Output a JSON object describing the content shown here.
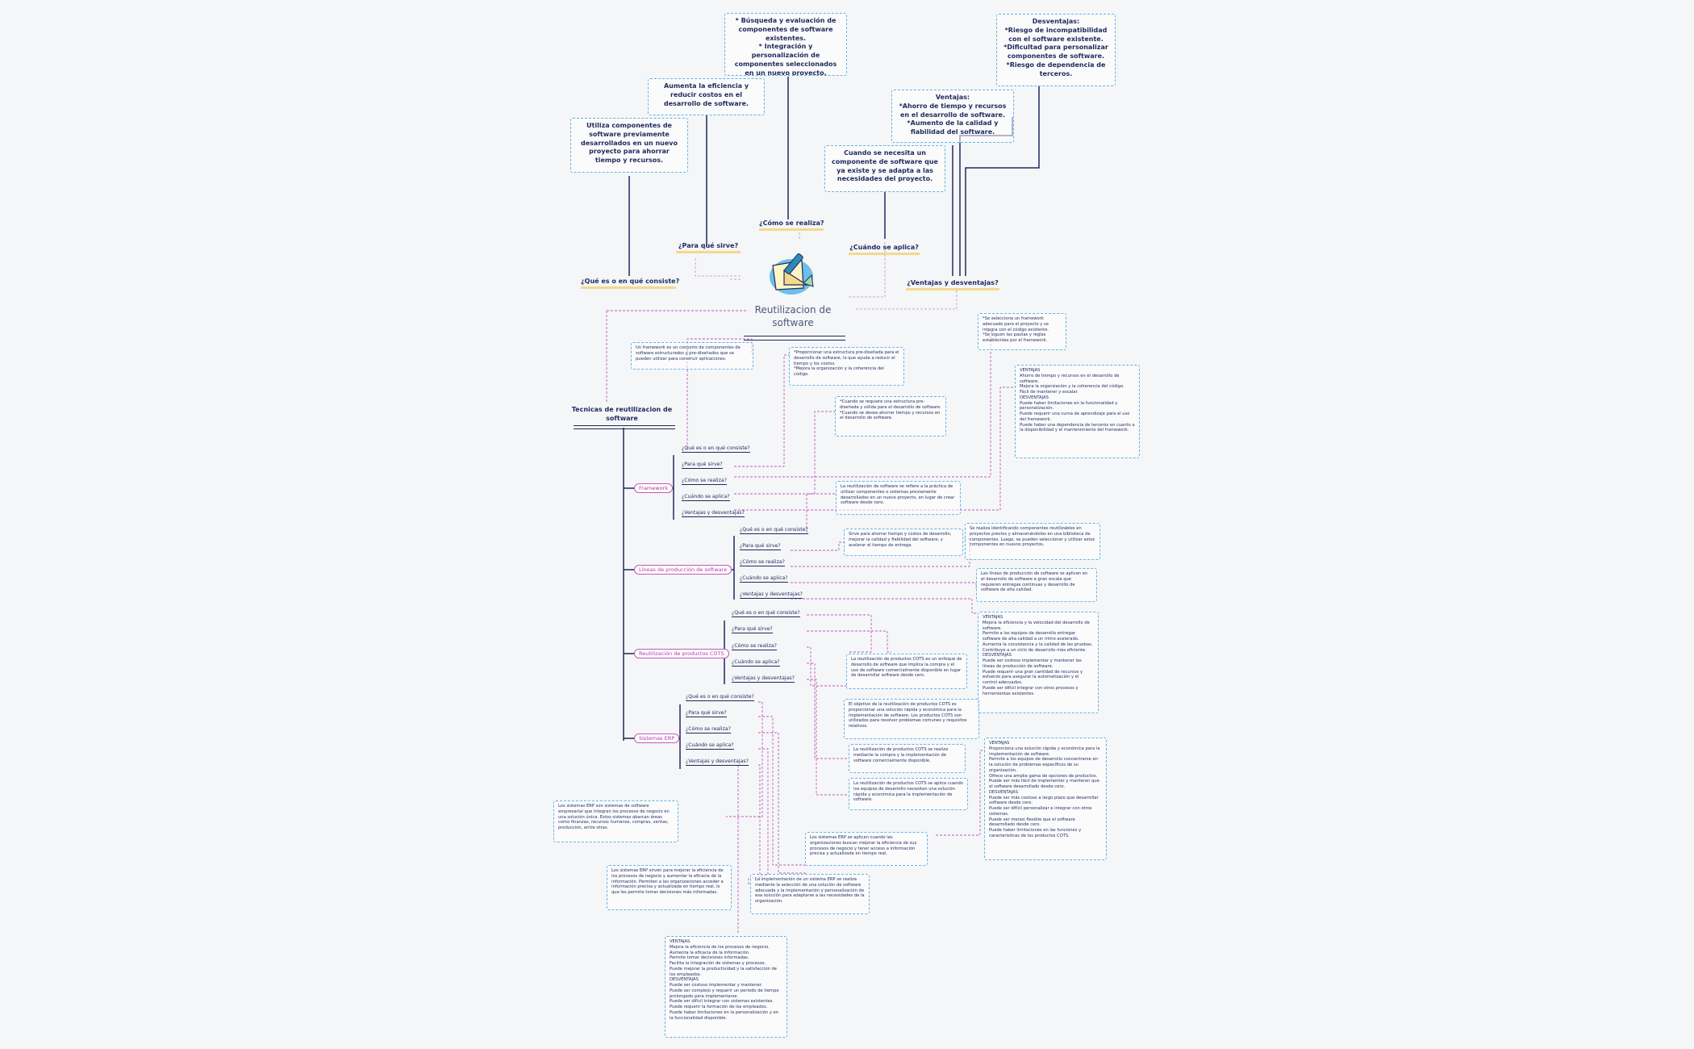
{
  "central": {
    "title": "Reutilizacion de software",
    "icon": "drafting-tools-icon"
  },
  "top_branches": {
    "que_es": "¿Qué es o en qué consiste?",
    "para_que": "¿Para qué sirve?",
    "como": "¿Cómo se realiza?",
    "cuando": "¿Cuándo se aplica?",
    "ventajas": "¿Ventajas y desventajas?"
  },
  "top_nodes": {
    "que_es": "Utiliza componentes de software previamente desarrollados en un nuevo proyecto para ahorrar tiempo y recursos.",
    "para_que": "Aumenta la eficiencia y reducir costos en el desarrollo de software.",
    "como": "* Búsqueda y evaluación de componentes de software existentes.\n* Integración y personalización de componentes seleccionados en un nuevo proyecto.",
    "cuando": "Cuando se necesita un componente de software que ya existe y se adapta a las necesidades del proyecto.",
    "ventajas": "Ventajas:\n*Ahorro de tiempo y recursos en el desarrollo de software.\n*Aumento de la calidad y fiabilidad del software.",
    "desventajas": "Desventajas:\n*Riesgo de incompatibilidad con el software existente.\n*Dificultad para personalizar componentes de software.\n*Riesgo de dependencia de terceros."
  },
  "subtitle": "Tecnicas de reutilizacion de software",
  "techniques": [
    {
      "name": "Framework",
      "questions": [
        "¿Qué es o en qué consiste?",
        "¿Para qué sirve?",
        "¿Cómo se realiza?",
        "¿Cuándo se aplica?",
        "¿Ventajas y desventajas?"
      ]
    },
    {
      "name": "Líneas de producción de software",
      "questions": [
        "¿Qué es o en qué consiste?",
        "¿Para qué sirve?",
        "¿Cómo se realiza?",
        "¿Cuándo se aplica?",
        "¿Ventajas y desventajas?"
      ]
    },
    {
      "name": "Reutilización de productos COTS",
      "questions": [
        "¿Qué es o en qué consiste?",
        "¿Para qué sirve?",
        "¿Cómo se realiza?",
        "¿Cuándo se aplica?",
        "¿Ventajas y desventajas?"
      ]
    },
    {
      "name": "Sistemas ERP",
      "questions": [
        "¿Qué es o en qué consiste?",
        "¿Para qué sirve?",
        "¿Cómo se realiza?",
        "¿Cuándo se aplica?",
        "¿Ventajas y desventajas?"
      ]
    }
  ],
  "detail_nodes": {
    "fw_que": "Un framework es un conjunto de componentes de software estructurados y pre-diseñados que se pueden utilizar para construir aplicaciones.",
    "fw_para": "*Proporcionar una estructura pre-diseñada para el desarrollo de software, lo que ayuda a reducir el tiempo y los costos.\n*Mejora la organización y la coherencia del código.",
    "fw_como": "*Se selecciona un framework adecuado para el proyecto y se integra con el código existente.\n*Se siguen las pautas y reglas establecidas por el framework.",
    "fw_cuando": "*Cuando se requiere una estructura pre-diseñada y sólida para el desarrollo de software.\n*Cuando se desea ahorrar tiempo y recursos en el desarrollo de software.",
    "fw_vent": "VENTAJAS\nAhorro de tiempo y recursos en el desarrollo de software.\nMejora la organización y la coherencia del código.\nFácil de mantener y escalar.\nDESVENTAJAS\nPuede haber limitaciones en la funcionalidad y personalización.\nPuede requerir una curva de aprendizaje para el uso del framework.\nPuede haber una dependencia de terceros en cuanto a la disponibilidad y el mantenimiento del framework.",
    "lps_que": "La reutilización de software se refiere a la práctica de utilizar componentes o sistemas previamente desarrollados en un nuevo proyecto, en lugar de crear software desde cero.",
    "lps_para": "Sirve para ahorrar tiempo y costos de desarrollo, mejorar la calidad y fiabilidad del software, y acelerar el tiempo de entrega.",
    "lps_como": "Se realiza identificando componentes reutilizables en proyectos previos y almacenándolos en una biblioteca de componentes. Luego, se pueden seleccionar y utilizar estos componentes en nuevos proyectos.",
    "lps_cuando": "Las líneas de producción de software se aplican en el desarrollo de software a gran escala que requieren entregas continuas y desarrollo de software de alta calidad.",
    "lps_vent": "VENTAJAS\nMejora la eficiencia y la velocidad del desarrollo de software.\nPermite a los equipos de desarrollo entregar software de alta calidad a un ritmo acelerado.\nAumenta la consistencia y la calidad de las pruebas.\nContribuye a un ciclo de desarrollo más eficiente.\nDESVENTAJAS\nPuede ser costoso implementar y mantener las líneas de producción de software.\nPuede requerir una gran cantidad de recursos y esfuerzo para asegurar la automatización y el control adecuados.\nPuede ser difícil integrar con otros procesos y herramientas existentes.",
    "cots_que": "La reutilización de productos COTS es un enfoque de desarrollo de software que implica la compra y el uso de software comercialmente disponible en lugar de desarrollar software desde cero.",
    "cots_para": "El objetivo de la reutilización de productos COTS es proporcionar una solución rápida y económica para la implementación de software. Los productos COTS son utilizados para resolver problemas comunes y requisitos relativos.",
    "cots_como": "La reutilización de productos COTS se realiza mediante la compra y la implementación de software comercialmente disponible.",
    "cots_cuando": "La reutilización de productos COTS se aplica cuando los equipos de desarrollo necesitan una solución rápida y económica para la implementación de software.",
    "cots_vent": "VENTAJAS\nProporciona una solución rápida y económica para la implementación de software.\nPermite a los equipos de desarrollo concentrarse en la solución de problemas específicos de su organización.\nOfrece una amplia gama de opciones de productos.\nPuede ser más fácil de implementar y mantener que el software desarrollado desde cero.\nDESVENTAJAS\nPuede ser más costoso a largo plazo que desarrollar software desde cero.\nPuede ser difícil personalizar e integrar con otros sistemas.\nPuede ser menos flexible que el software desarrollado desde cero.\nPuede haber limitaciones en las funciones y características de los productos COTS.",
    "erp_que": "Los sistemas ERP son sistemas de software empresarial que integran los procesos de negocio en una solución única. Estos sistemas abarcan áreas como finanzas, recursos humanos, compras, ventas, producción, entre otras.",
    "erp_para": "Los sistemas ERP sirven para mejorar la eficiencia de los procesos de negocio y aumentar la eficacia de la información. Permiten a las organizaciones acceder a información precisa y actualizada en tiempo real, lo que les permite tomar decisiones más informadas.",
    "erp_como": "La implementación de un sistema ERP se realiza mediante la selección de una solución de software adecuada y la implementación y personalización de esa solución para adaptarse a las necesidades de la organización.",
    "erp_cuando": "Los sistemas ERP se aplican cuando las organizaciones buscan mejorar la eficiencia de sus procesos de negocio y tener acceso a información precisa y actualizada en tiempo real.",
    "erp_vent": "VENTAJAS\nMejora la eficiencia de los procesos de negocio.\nAumenta la eficacia de la información.\nPermite tomar decisiones informadas.\nFacilita la integración de sistemas y procesos.\nPuede mejorar la productividad y la satisfacción de los empleados.\nDESVENTAJAS\nPuede ser costoso implementar y mantener.\nPuede ser complejo y requerir un periodo de tiempo prolongado para implementarse.\nPuede ser difícil integrar con sistemas existentes.\nPuede requerir la formación de los empleados.\nPuede haber limitaciones en la personalización y en la funcionalidad disponible."
  },
  "colors": {
    "dark_line": "#1f2a5c",
    "dashed_line": "#c25ab8",
    "node_border": "#5fb4e6",
    "label_underline": "#f4d98b",
    "technique_text": "#b03aa3",
    "background": "#f5f6f8"
  }
}
